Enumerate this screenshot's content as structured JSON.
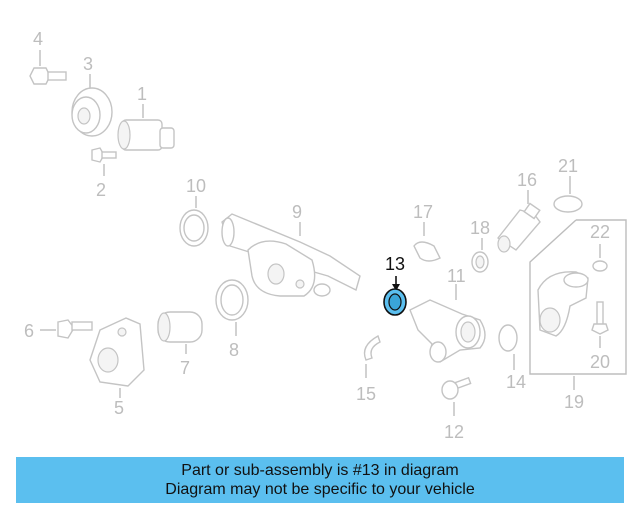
{
  "callouts": {
    "p1": "1",
    "p2": "2",
    "p3": "3",
    "p4": "4",
    "p5": "5",
    "p6": "6",
    "p7": "7",
    "p8": "8",
    "p9": "9",
    "p10": "10",
    "p11": "11",
    "p12": "12",
    "p13": "13",
    "p14": "14",
    "p15": "15",
    "p16": "16",
    "p17": "17",
    "p18": "18",
    "p19": "19",
    "p20": "20",
    "p21": "21",
    "p22": "22"
  },
  "highlight": {
    "part": "13",
    "color": "#5bbfef"
  },
  "banner": {
    "line1": "Part or sub-assembly is #13 in diagram",
    "line2": "Diagram may not be specific to your vehicle",
    "color": "#5bbfef"
  }
}
